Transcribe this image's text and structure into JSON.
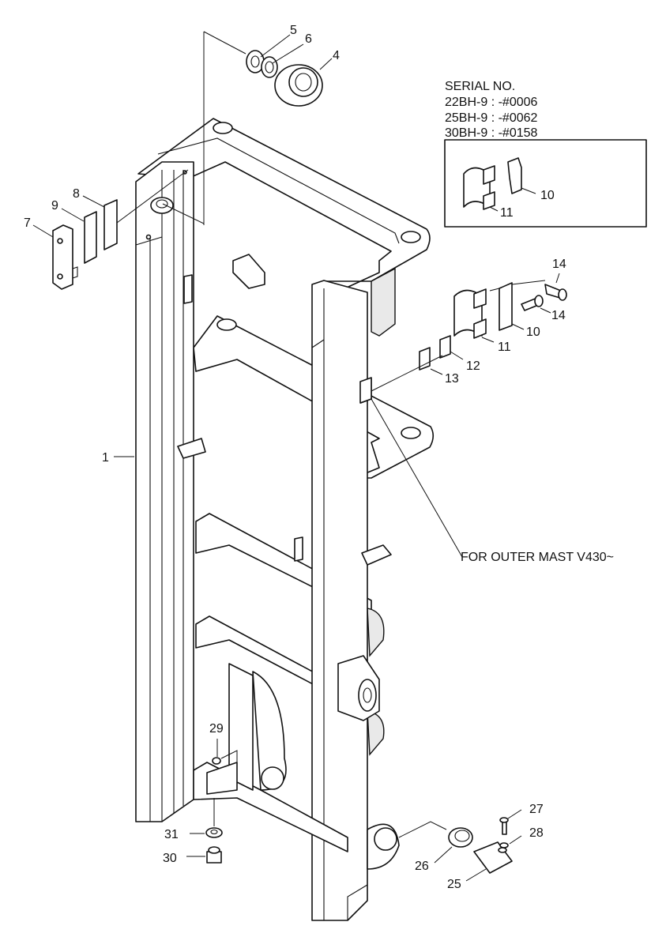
{
  "serial_box": {
    "title": "SERIAL NO.",
    "lines": [
      "22BH-9 : -#0006",
      "25BH-9 : -#0062",
      "30BH-9 : -#0158"
    ]
  },
  "note_outer_mast": "FOR OUTER MAST V430~",
  "callouts": {
    "c1": "1",
    "c4": "4",
    "c5": "5",
    "c6": "6",
    "c7": "7",
    "c8": "8",
    "c9": "9",
    "c10a": "10",
    "c10b": "10",
    "c11a": "11",
    "c11b": "11",
    "c12": "12",
    "c13": "13",
    "c14a": "14",
    "c14b": "14",
    "c25": "25",
    "c26": "26",
    "c27": "27",
    "c28": "28",
    "c29": "29",
    "c30": "30",
    "c31": "31"
  }
}
